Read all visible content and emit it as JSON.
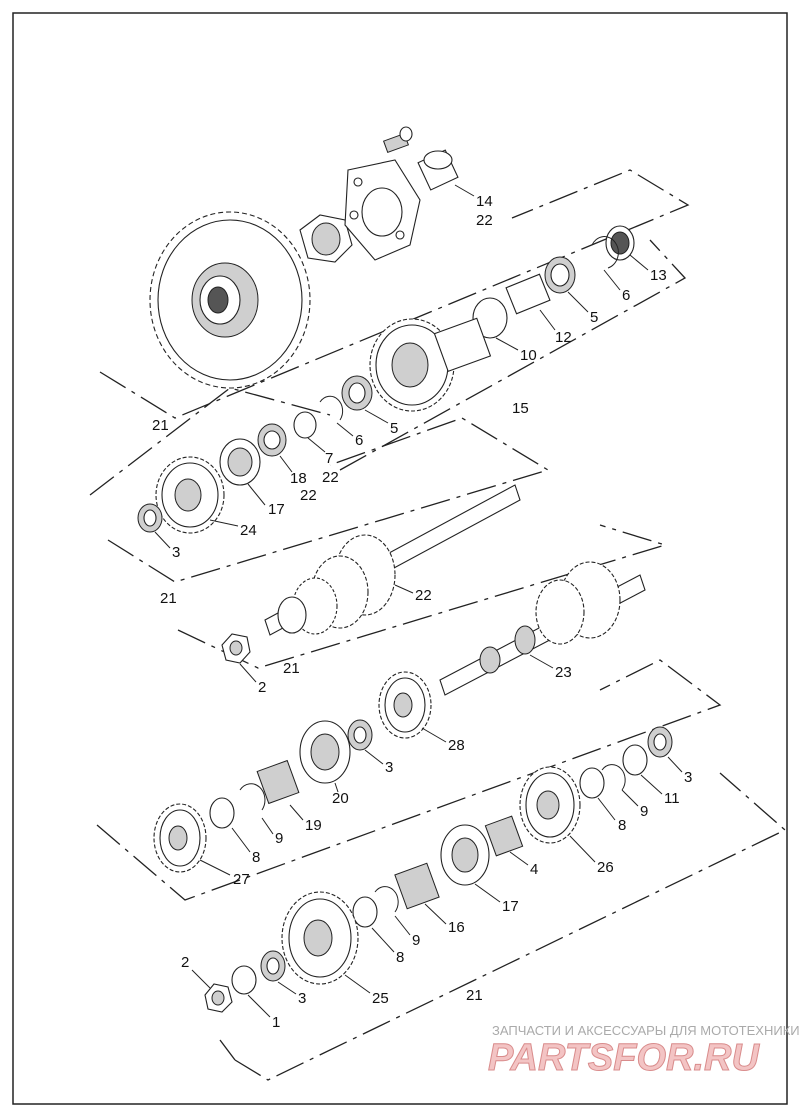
{
  "labels": {
    "l14": "14",
    "l22a": "22",
    "l13": "13",
    "l6a": "6",
    "l5a": "5",
    "l12": "12",
    "l10": "10",
    "l15": "15",
    "l5b": "5",
    "l6b": "6",
    "l7": "7",
    "l22b": "22",
    "l18": "18",
    "l22c": "22",
    "l21a": "21",
    "l17a": "17",
    "l24": "24",
    "l3a": "3",
    "l22d": "22",
    "l21b": "21",
    "l2a": "2",
    "l21c": "21",
    "l23": "23",
    "l28": "28",
    "l3b": "3",
    "l20": "20",
    "l19": "19",
    "l9a": "9",
    "l8a": "8",
    "l27": "27",
    "l3c": "3",
    "l11": "11",
    "l9b": "9",
    "l8b": "8",
    "l26": "26",
    "l4": "4",
    "l17b": "17",
    "l16": "16",
    "l9c": "9",
    "l8c": "8",
    "l2b": "2",
    "l1": "1",
    "l3d": "3",
    "l25": "25",
    "l21d": "21"
  },
  "watermark": {
    "caption": "ЗАПЧАСТИ И АКСЕССУАРЫ ДЛЯ МОТОТЕХНИКИ",
    "brand": "PARTSFOR.RU"
  },
  "colors": {
    "line": "#222222",
    "background": "#ffffff",
    "watermark": "#d98c8c"
  }
}
